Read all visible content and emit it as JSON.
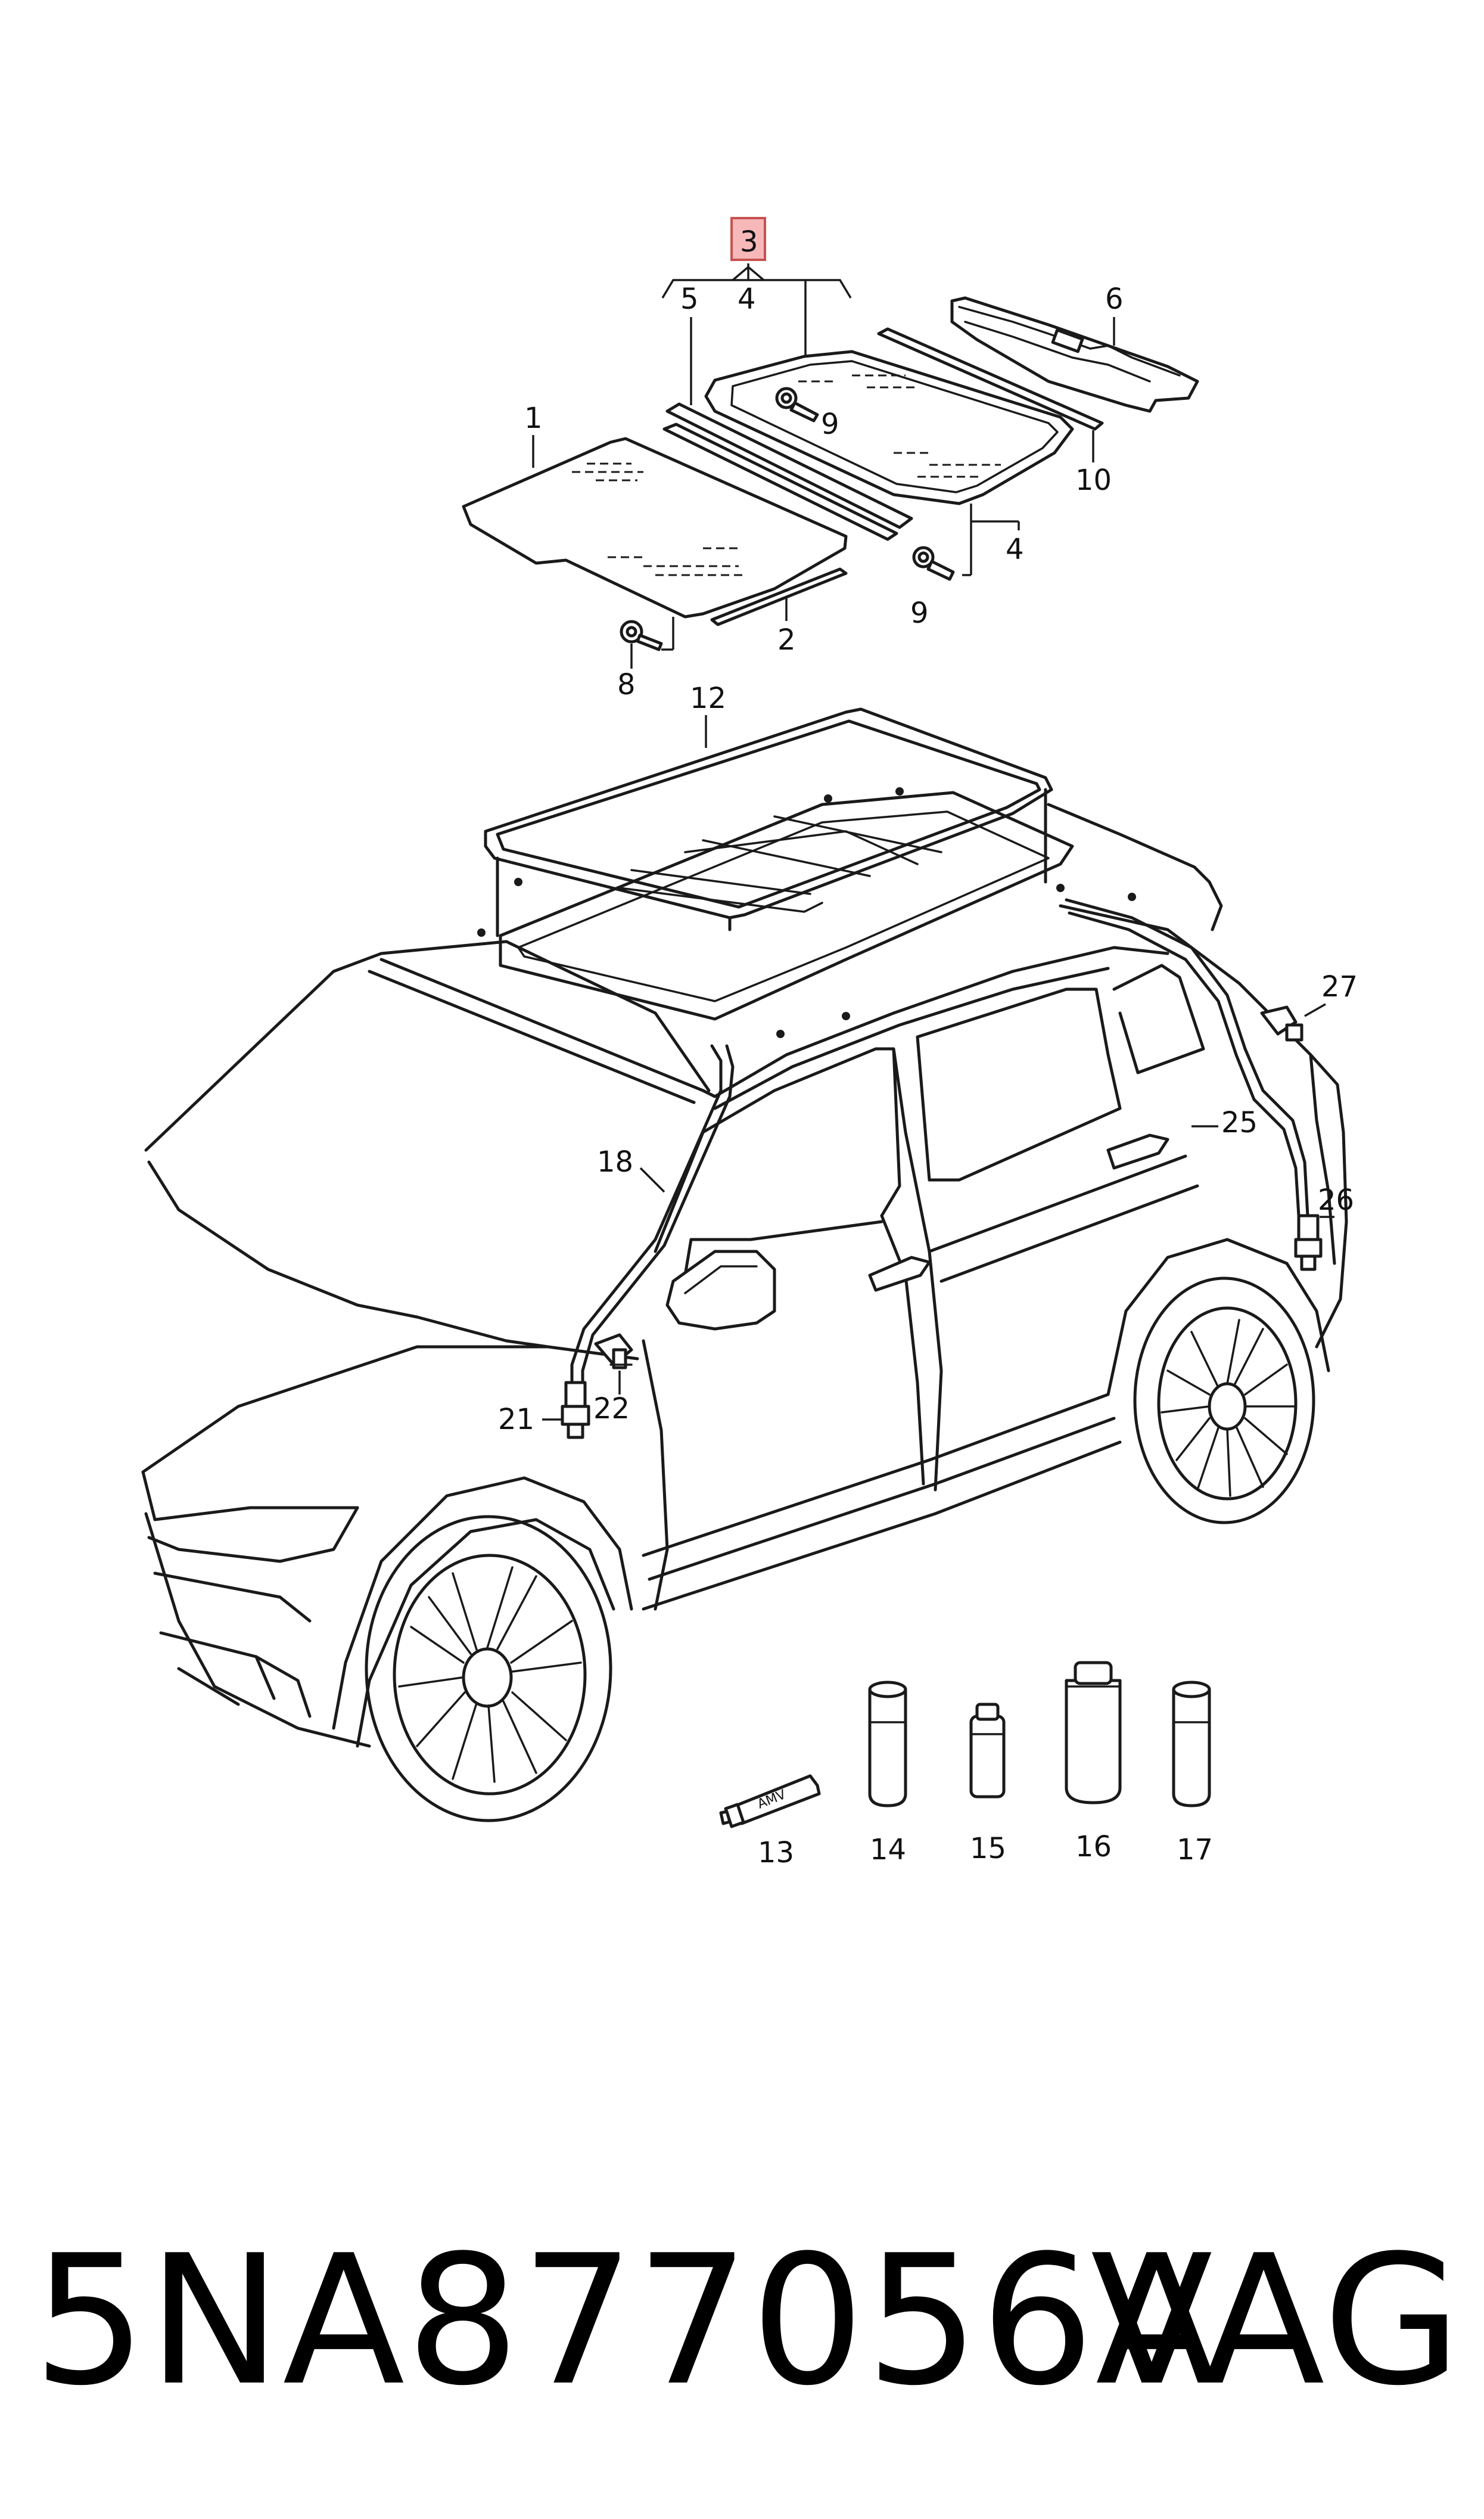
{
  "callouts": {
    "c1": "1",
    "c2": "2",
    "c3": "3",
    "c4a": "4",
    "c4b": "4",
    "c5": "5",
    "c6": "6",
    "c8": "8",
    "c9a": "9",
    "c9b": "9",
    "c10": "10",
    "c12": "12",
    "c13": "13",
    "c14": "14",
    "c15": "15",
    "c16": "16",
    "c17": "17",
    "c18": "18",
    "c21": "21",
    "c22": "22",
    "c25": "25",
    "c26": "26",
    "c27": "27"
  },
  "tube_label": "AMV",
  "caption": {
    "part_number": "5NA877056A",
    "brand": "VAG"
  },
  "colors": {
    "highlight_box": "#f6b8b8"
  }
}
